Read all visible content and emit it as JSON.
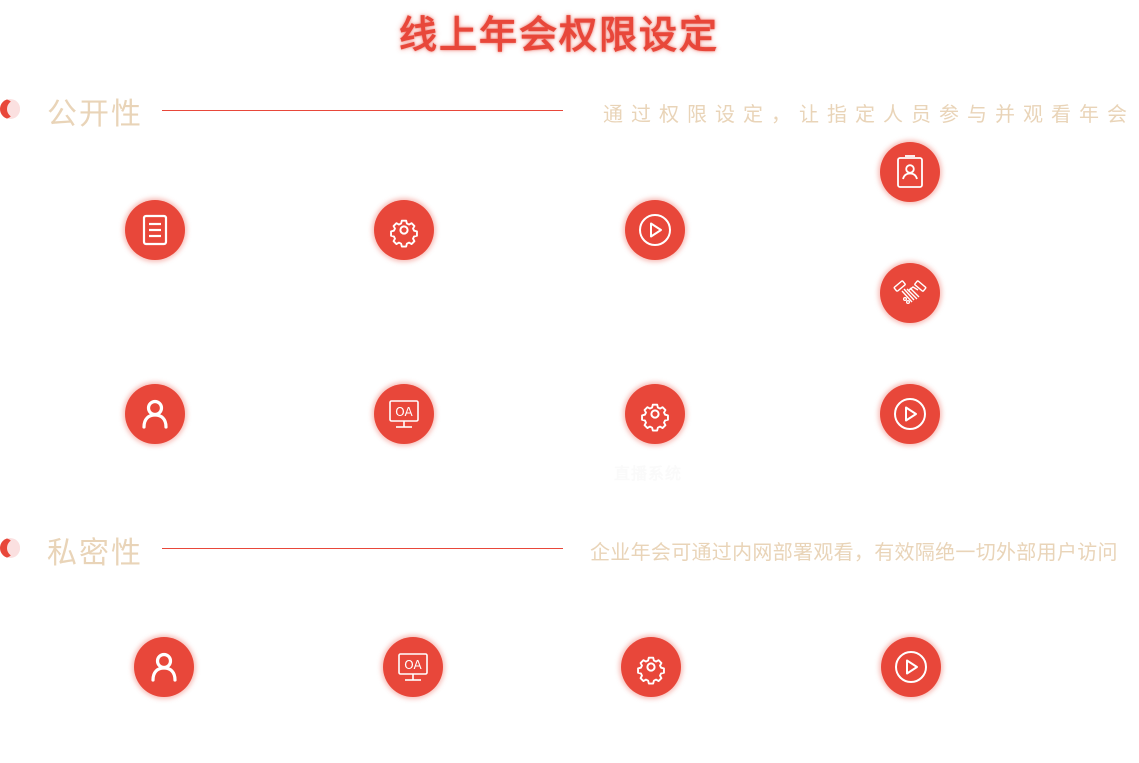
{
  "page": {
    "title": "线上年会权限设定"
  },
  "colors": {
    "accent": "#e8473a",
    "section_text": "#e9d4b8",
    "bullet_inner": "#fbe0e0"
  },
  "sections": [
    {
      "title": "公开性",
      "description": "通过权限设定，让指定人员参与并观看年会",
      "icons": [
        {
          "name": "document-list-icon"
        },
        {
          "name": "gear-icon"
        },
        {
          "name": "play-icon"
        },
        {
          "name": "id-badge-icon"
        },
        {
          "name": "handshake-icon"
        },
        {
          "name": "user-icon"
        },
        {
          "name": "oa-monitor-icon"
        },
        {
          "name": "gear-icon",
          "label": "直播系统"
        },
        {
          "name": "play-icon"
        }
      ]
    },
    {
      "title": "私密性",
      "description": "企业年会可通过内网部署观看，有效隔绝一切外部用户访问",
      "icons": [
        {
          "name": "user-icon"
        },
        {
          "name": "oa-monitor-icon"
        },
        {
          "name": "gear-icon"
        },
        {
          "name": "play-icon"
        }
      ]
    }
  ]
}
